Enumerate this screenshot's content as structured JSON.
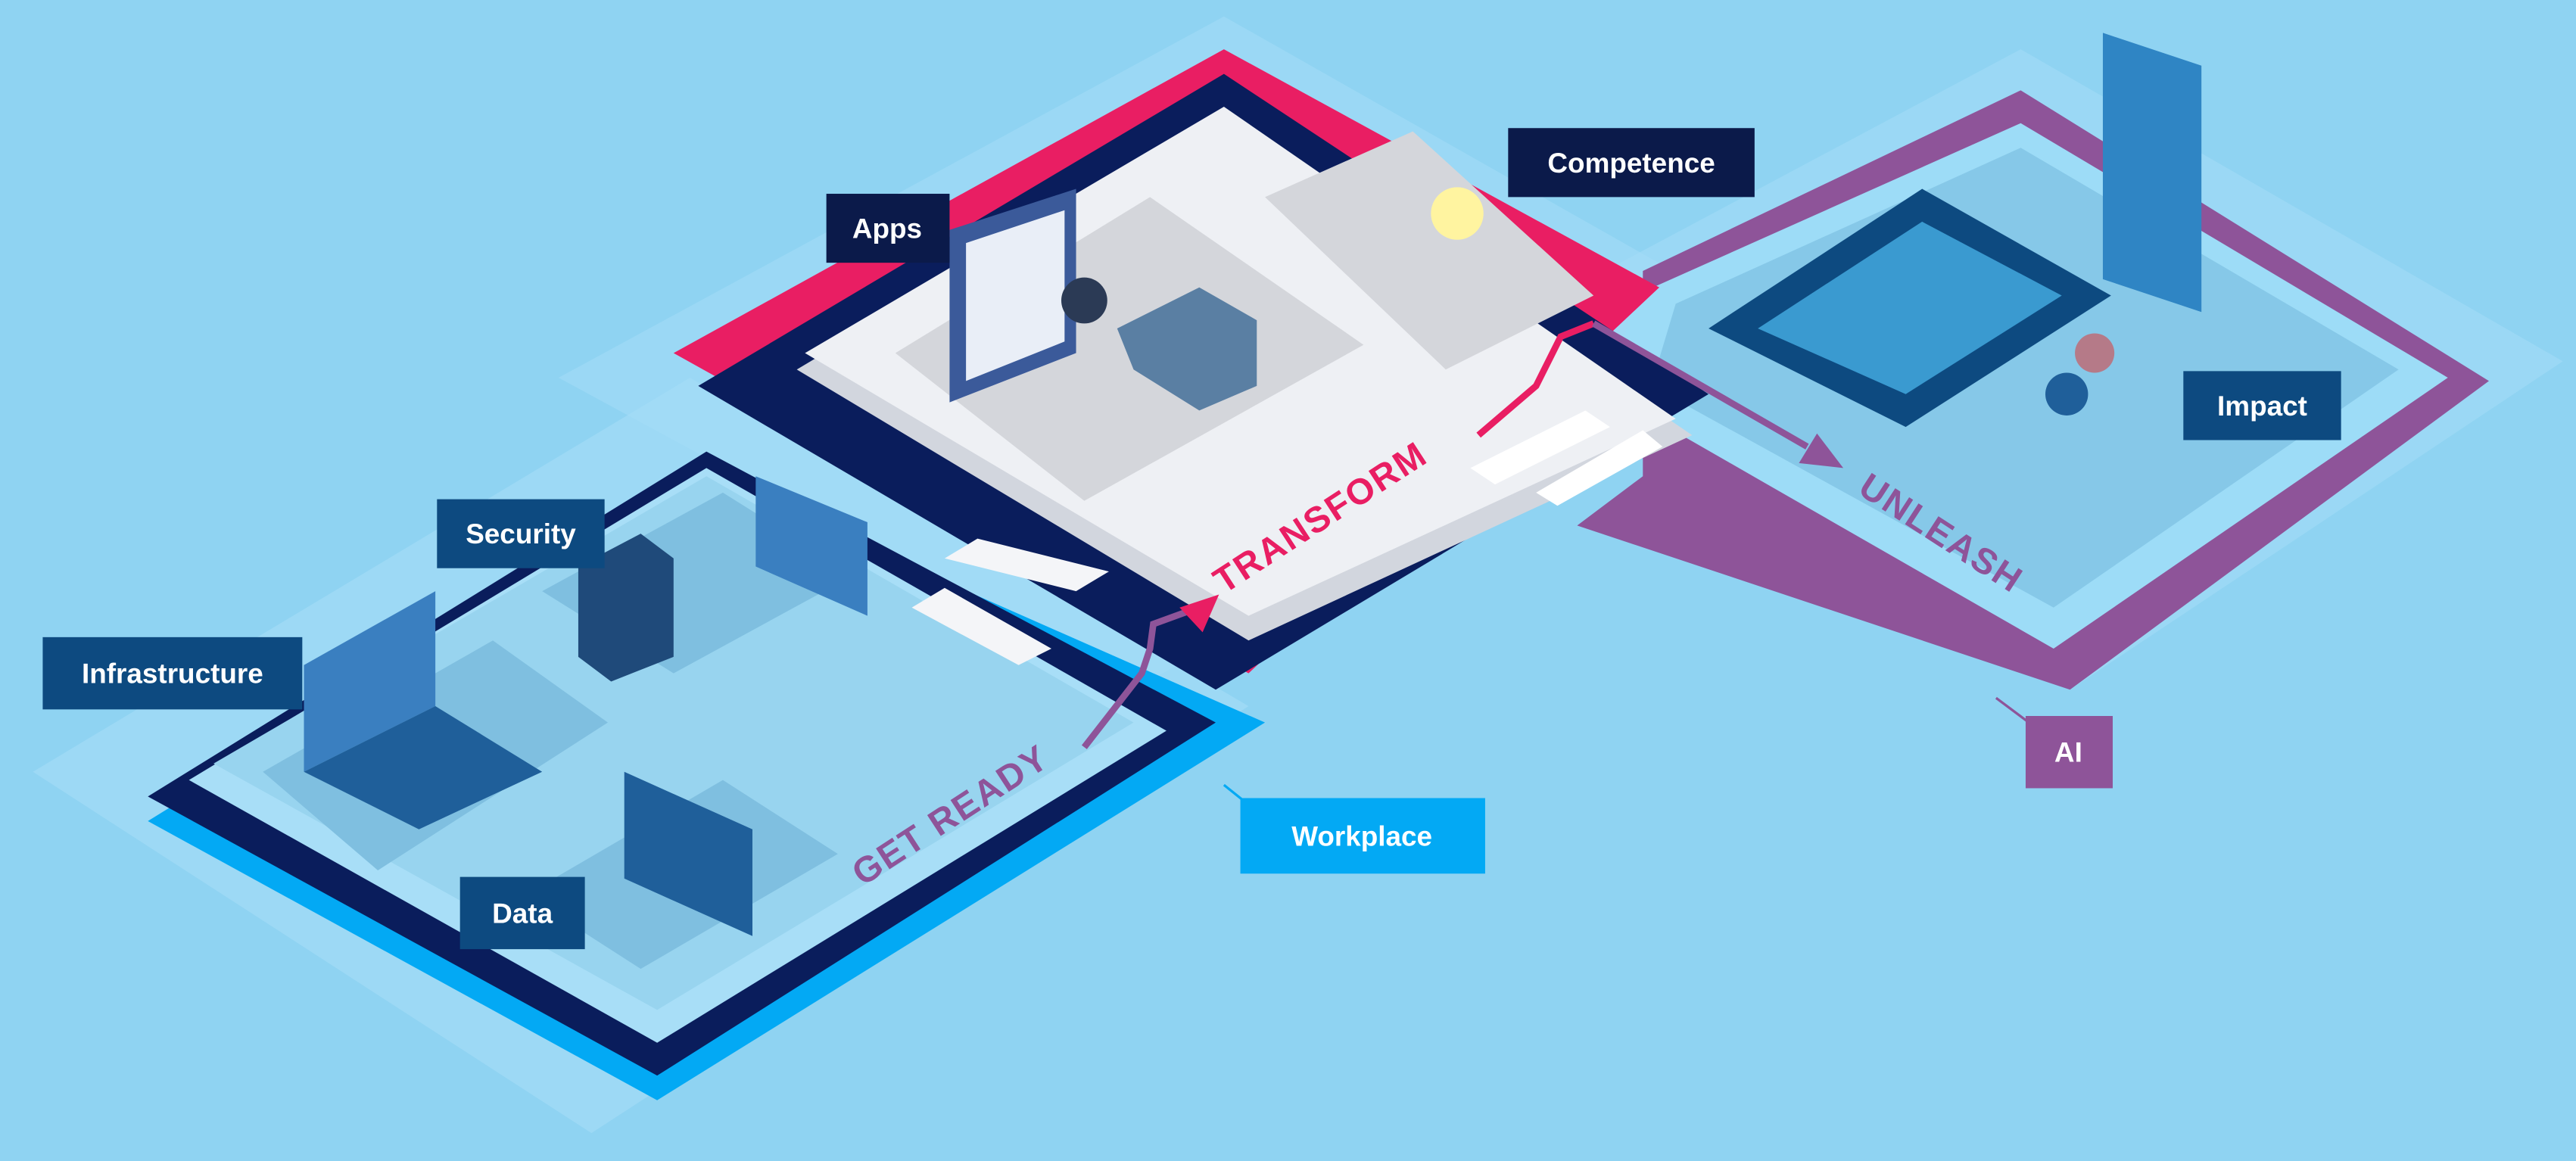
{
  "colors": {
    "background": "#8fd3f2",
    "navy": "#0b1a4a",
    "blue": "#0d4a80",
    "workplace": "#03a9f4",
    "transform": "#e91e63",
    "ai": "#8e5499"
  },
  "stages": {
    "get_ready": "GET READY",
    "transform": "TRANSFORM",
    "unleash": "UNLEASH"
  },
  "labels": {
    "apps": "Apps",
    "competence": "Competence",
    "security": "Security",
    "infrastructure": "Infrastructure",
    "data": "Data",
    "workplace": "Workplace",
    "ai": "AI",
    "impact": "Impact"
  }
}
